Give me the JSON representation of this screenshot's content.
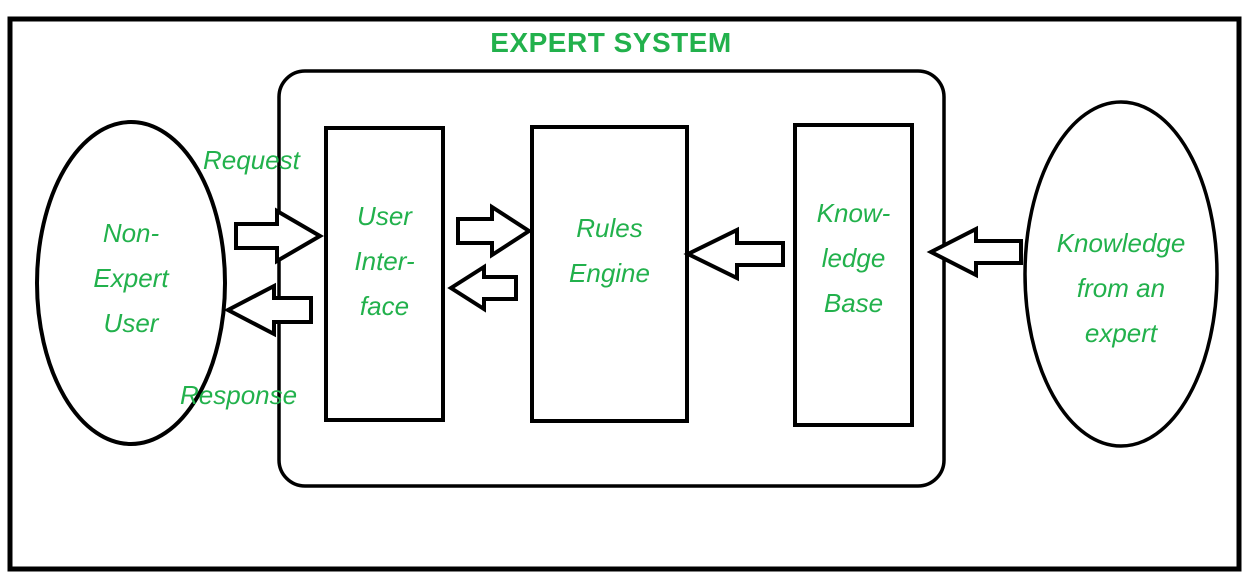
{
  "title": "EXPERT SYSTEM",
  "colors": {
    "text_green": "#22B14C",
    "line_black": "#000000",
    "background": "#FFFFFF"
  },
  "actors": {
    "non_expert_user": "Non-\nExpert\nUser",
    "expert_knowledge": "Knowledge\nfrom an\nexpert"
  },
  "components": {
    "user_interface": "User\nInter-\nface",
    "rules_engine": "Rules\nEngine",
    "knowledge_base": "Know-\nledge\nBase"
  },
  "flow_labels": {
    "request": "Request",
    "response": "Response"
  },
  "arrows": [
    {
      "name": "request-arrow",
      "direction": "right",
      "from": "non_expert_user",
      "to": "user_interface",
      "label": "Request"
    },
    {
      "name": "response-arrow",
      "direction": "left",
      "from": "user_interface",
      "to": "non_expert_user",
      "label": "Response"
    },
    {
      "name": "ui-to-rules-arrow",
      "direction": "right",
      "from": "user_interface",
      "to": "rules_engine",
      "label": ""
    },
    {
      "name": "rules-to-ui-arrow",
      "direction": "left",
      "from": "rules_engine",
      "to": "user_interface",
      "label": ""
    },
    {
      "name": "kb-to-rules-arrow",
      "direction": "left",
      "from": "knowledge_base",
      "to": "rules_engine",
      "label": ""
    },
    {
      "name": "expert-to-kb-arrow",
      "direction": "left",
      "from": "expert_knowledge",
      "to": "knowledge_base",
      "label": ""
    }
  ]
}
